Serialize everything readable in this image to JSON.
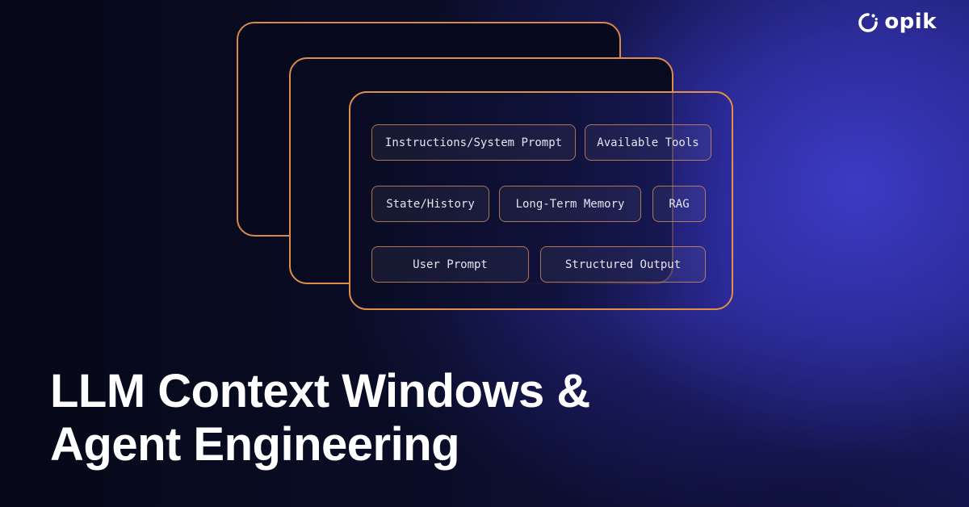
{
  "logo": {
    "text": "opik",
    "icon": "opik-logo-icon"
  },
  "chips": {
    "instructions": "Instructions/System Prompt",
    "available_tools": "Available Tools",
    "state_history": "State/History",
    "long_term_memory": "Long-Term Memory",
    "rag": "RAG",
    "user_prompt": "User Prompt",
    "structured_output": "Structured Output"
  },
  "title": {
    "line1": "LLM Context Windows &",
    "line2": "Agent Engineering"
  },
  "colors": {
    "accent_orange": "#e1904a",
    "background_dark": "#070a1c",
    "glow_blue": "#3e3cc8",
    "text_white": "#ffffff"
  }
}
